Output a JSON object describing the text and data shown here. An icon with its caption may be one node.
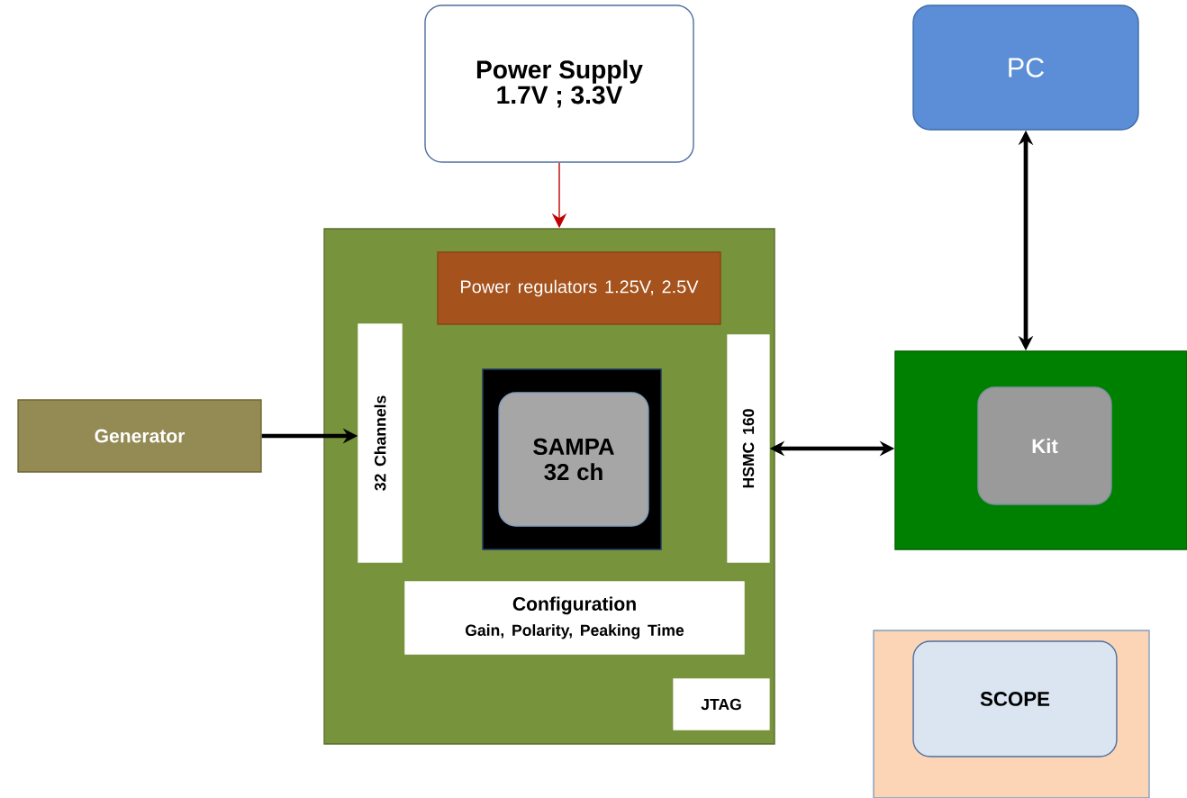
{
  "diagram": {
    "nodes": [
      {
        "text": [
          "Power Supply 1.7V ; 3.3V"
        ]
      },
      {
        "text": [
          "PC"
        ]
      },
      {
        "text": [],
        "shape": "box"
      },
      {
        "text": [
          "Power regulators 1.25V, 2.5V"
        ],
        "in": 2
      },
      {
        "text": [
          "Generator"
        ]
      },
      {
        "text": [
          "32 Channels"
        ],
        "in": 2
      },
      {
        "text": [],
        "shape": "box",
        "in": 2
      },
      {
        "text": [
          "SAMPA 32 ch"
        ],
        "in": 6
      },
      {
        "text": [
          "HSMC 160"
        ],
        "in": 2
      },
      {
        "text": [],
        "shape": "box"
      },
      {
        "text": [
          "Kit"
        ],
        "in": 9
      },
      {
        "text": [
          "Configuration",
          "Gain, Polarity, Peaking Time"
        ],
        "in": 2
      },
      {
        "text": [
          "JTAG"
        ],
        "in": 2
      },
      {
        "text": [],
        "shape": "box"
      },
      {
        "text": [
          "SCOPE"
        ],
        "in": 13
      }
    ],
    "edges": [
      {
        "from": 0,
        "to": 2,
        "arrow": "to",
        "color": "#c00000"
      },
      {
        "from": 4,
        "to": 5,
        "arrow": "to"
      },
      {
        "from": 8,
        "to": 9,
        "arrow": "both"
      },
      {
        "from": 1,
        "to": 9,
        "arrow": "both"
      }
    ]
  }
}
